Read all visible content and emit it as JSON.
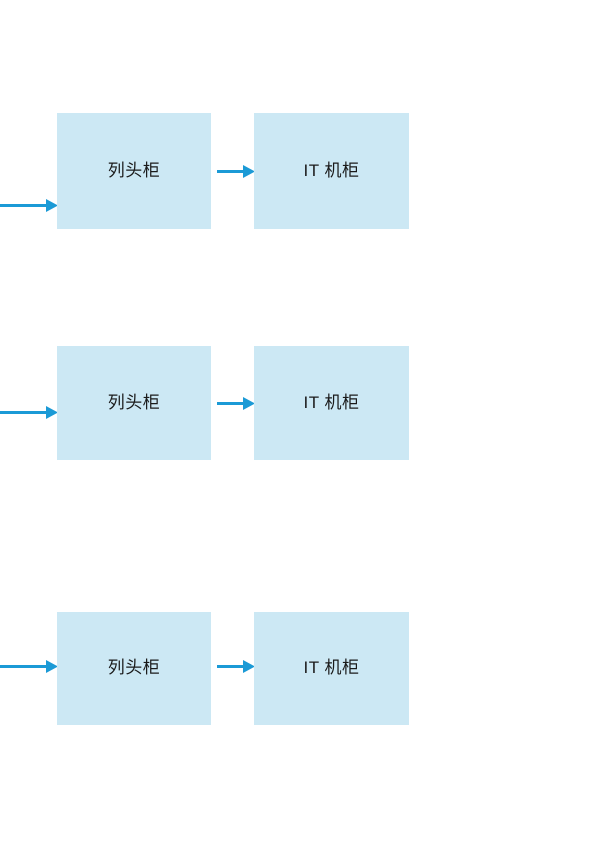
{
  "diagram": {
    "type": "flow",
    "background_color": "#ffffff",
    "node_fill_color": "#cce8f4",
    "arrow_color": "#1b9ad6",
    "label_color": "#1a1a1a",
    "rows": [
      {
        "id": "row-1",
        "inbound_arrow": {
          "label": ""
        },
        "nodes": [
          {
            "id": "row1-node1",
            "label": "列头柜"
          },
          {
            "id": "row1-node2",
            "label": "IT 机柜"
          }
        ],
        "connector": {
          "label": ""
        }
      },
      {
        "id": "row-2",
        "inbound_arrow": {
          "label": ""
        },
        "nodes": [
          {
            "id": "row2-node1",
            "label": "列头柜"
          },
          {
            "id": "row2-node2",
            "label": "IT 机柜"
          }
        ],
        "connector": {
          "label": ""
        }
      },
      {
        "id": "row-3",
        "inbound_arrow": {
          "label": ""
        },
        "nodes": [
          {
            "id": "row3-node1",
            "label": "列头柜"
          },
          {
            "id": "row3-node2",
            "label": "IT 机柜"
          }
        ],
        "connector": {
          "label": ""
        }
      }
    ]
  }
}
